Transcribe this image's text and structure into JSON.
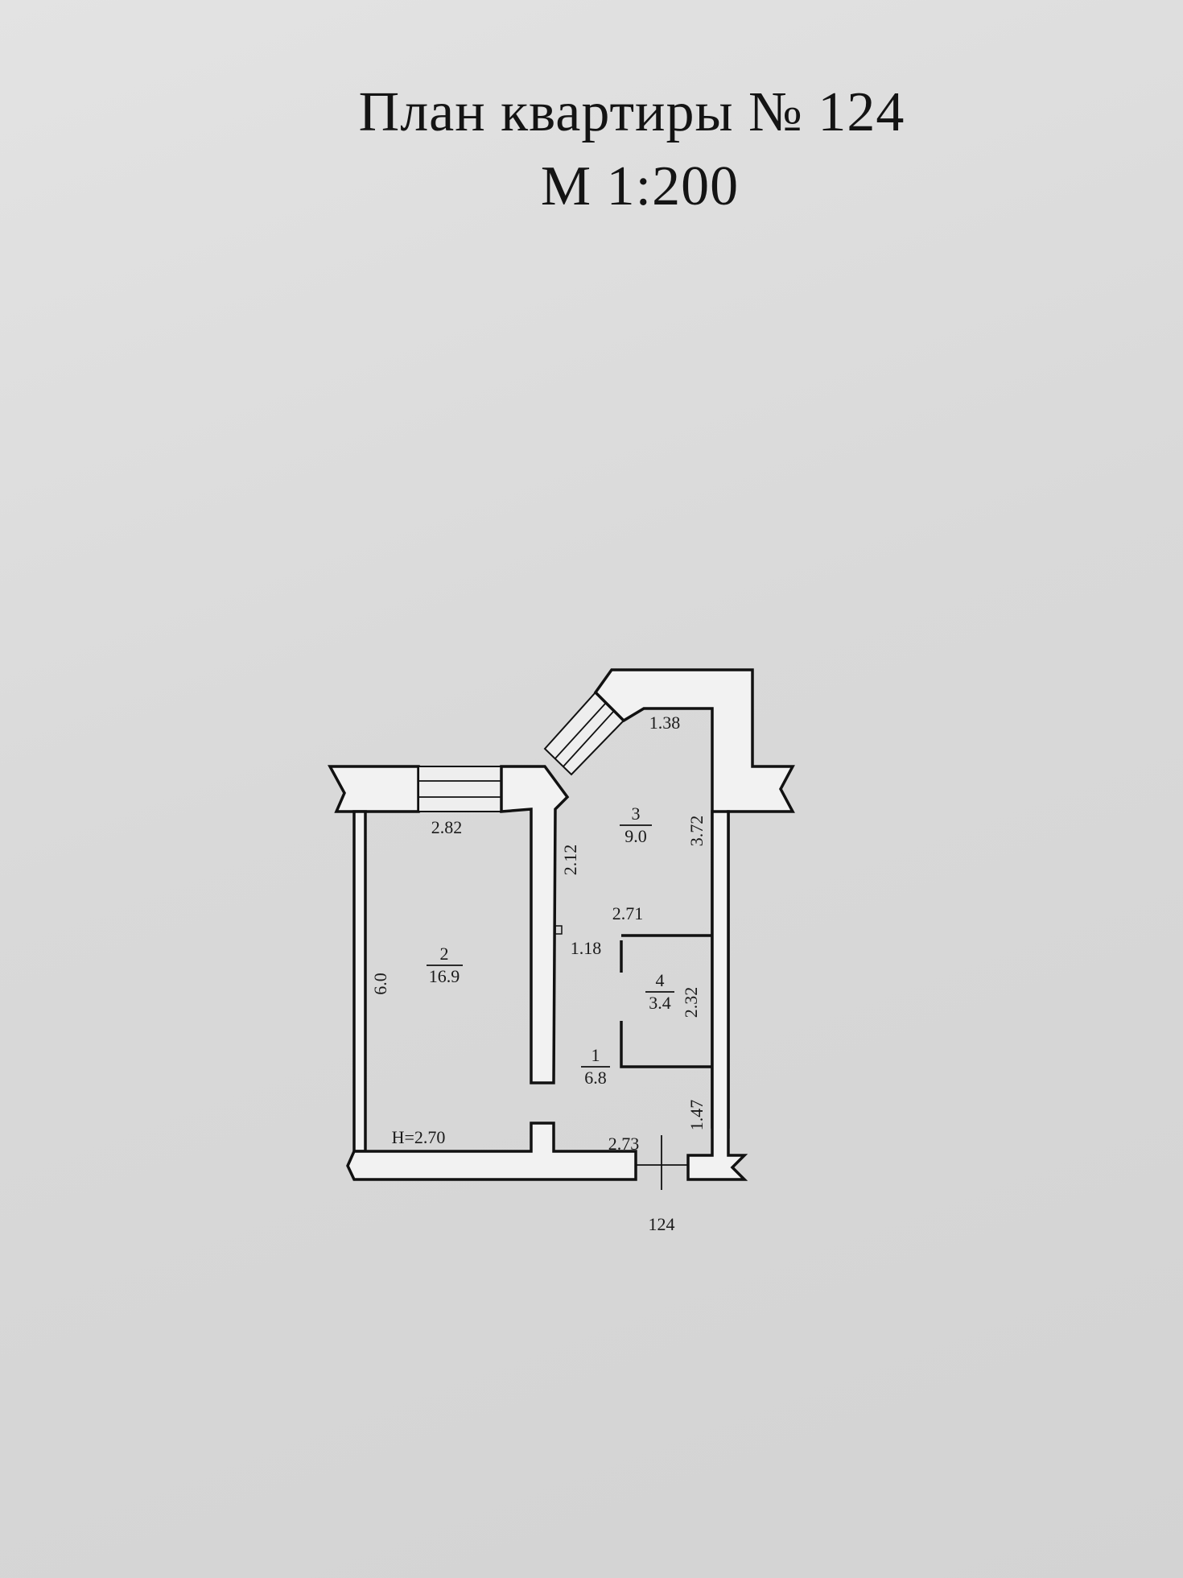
{
  "title": "План квартиры № 124",
  "scale": "М 1:200",
  "rooms": [
    {
      "number": "2",
      "area": "16.9"
    },
    {
      "number": "3",
      "area": "9.0"
    },
    {
      "number": "4",
      "area": "3.4"
    },
    {
      "number": "1",
      "area": "6.8"
    }
  ],
  "dimensions": {
    "d_2_82": "2.82",
    "d_6_0": "6.0",
    "d_2_12": "2.12",
    "d_1_38": "1.38",
    "d_3_72": "3.72",
    "d_2_71": "2.71",
    "d_1_18": "1.18",
    "d_2_32": "2.32",
    "d_1_47": "1.47",
    "d_2_73": "2.73"
  },
  "ceiling_height": "Н=2.70",
  "apartment_marker": "124"
}
